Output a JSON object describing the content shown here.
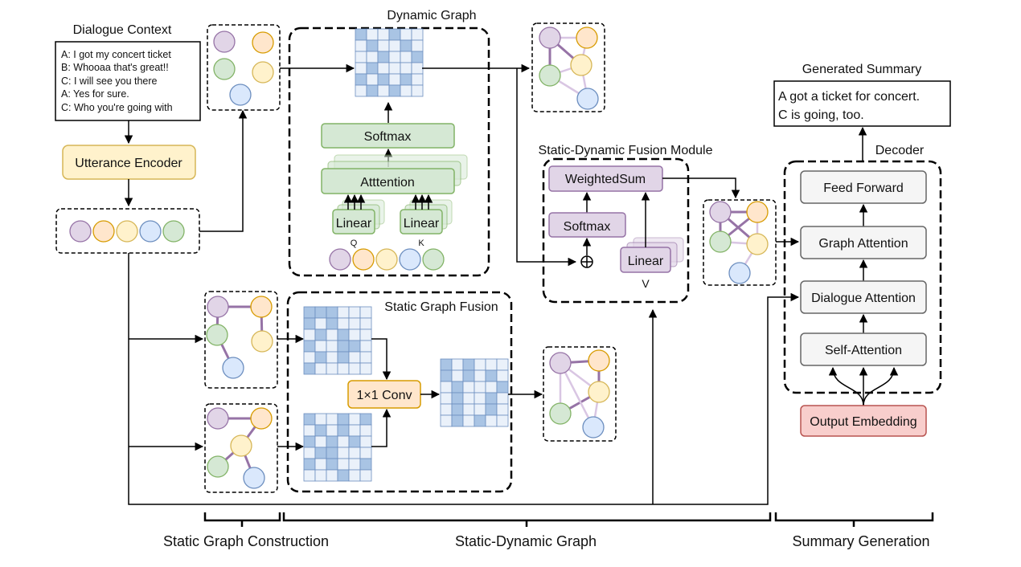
{
  "dialogue_context": {
    "title": "Dialogue Context",
    "lines": [
      "A: I got my concert ticket",
      "B: Whooaa that's great!!",
      "C: I will see you there",
      "A: Yes for sure.",
      "C: Who you're going with"
    ]
  },
  "utterance_encoder": "Utterance Encoder",
  "dynamic_graph": {
    "title": "Dynamic Graph",
    "softmax": "Softmax",
    "attention": "Atttention",
    "linear_q": "Linear",
    "linear_k": "Linear",
    "q": "Q",
    "k": "K"
  },
  "fusion_module": {
    "title": "Static-Dynamic Fusion Module",
    "weighted_sum": "WeightedSum",
    "softmax": "Softmax",
    "linear": "Linear",
    "v": "V",
    "oplus": "⊕"
  },
  "static_fusion": {
    "title": "Static Graph Fusion",
    "conv": "1×1 Conv"
  },
  "summary": {
    "title": "Generated Summary",
    "lines": [
      "A got a ticket for concert.",
      "C is going, too."
    ]
  },
  "decoder": {
    "title": "Decoder",
    "feed_forward": "Feed Forward",
    "graph_attention": "Graph Attention",
    "dialogue_attention": "Dialogue Attention",
    "self_attention": "Self-Attention",
    "output_embedding": "Output Embedding"
  },
  "sections": {
    "static_construction": "Static Graph Construction",
    "static_dynamic": "Static-Dynamic Graph",
    "summary_generation": "Summary Generation"
  },
  "colors": {
    "purple": "#e1d5e7",
    "purple_stroke": "#9673a6",
    "orange": "#ffe6cc",
    "orange_stroke": "#d79b00",
    "yellow": "#fff2cc",
    "yellow_stroke": "#d6b656",
    "blue": "#dae8fc",
    "blue_stroke": "#6c8ebf",
    "green": "#d5e8d4",
    "green_stroke": "#82b366",
    "red": "#f8cecc",
    "red_stroke": "#b85450",
    "grey": "#f5f5f5",
    "grey_stroke": "#666666"
  }
}
